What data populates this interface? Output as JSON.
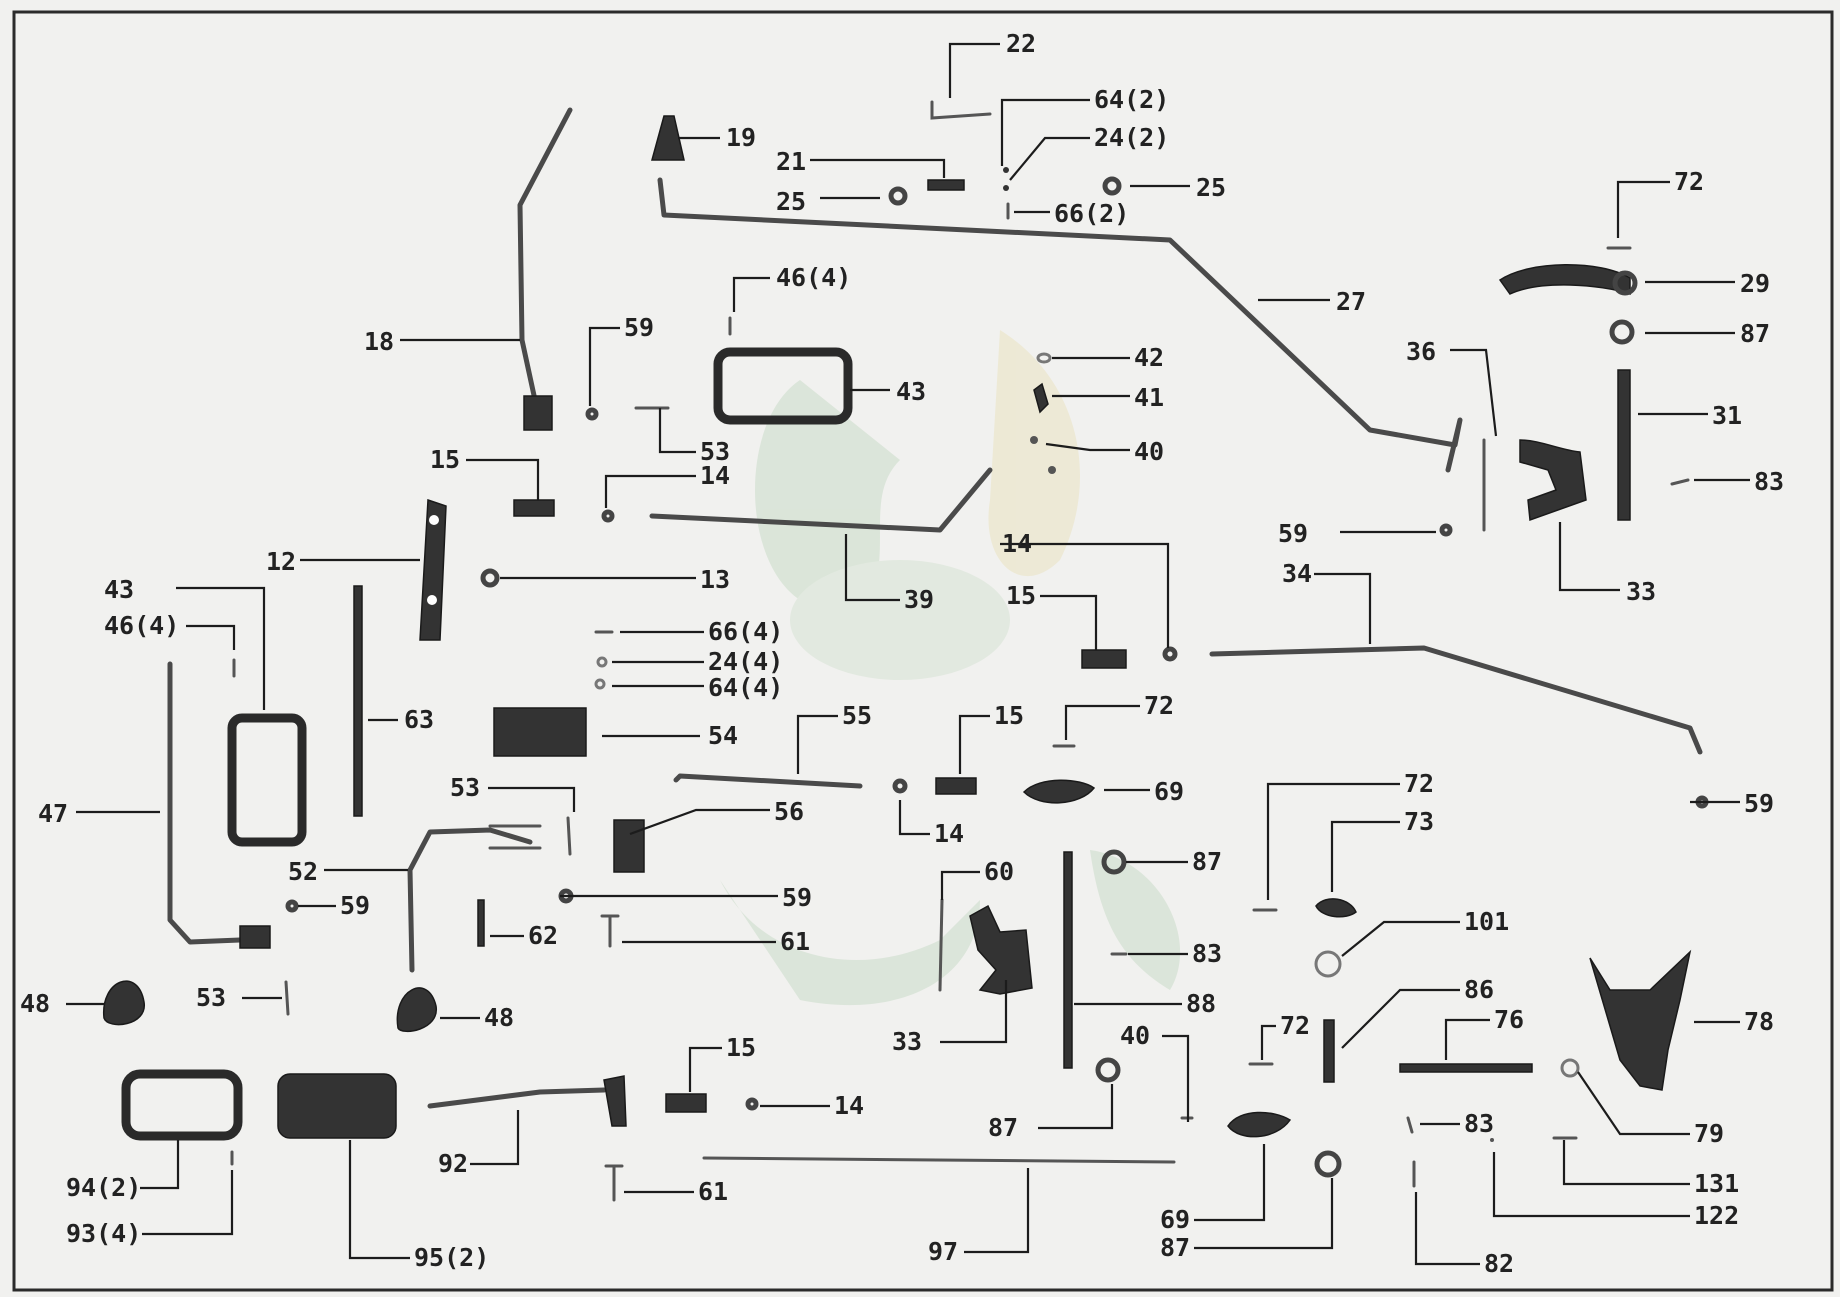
{
  "labels": {
    "l22": "22",
    "l64a": "64(2)",
    "l24a": "24(2)",
    "l66a": "66(2)",
    "l25a": "25",
    "l25b": "25",
    "l19": "19",
    "l21": "21",
    "l72a": "72",
    "l29": "29",
    "l87a": "87",
    "l27": "27",
    "l46a": "46(4)",
    "l59a": "59",
    "l18": "18",
    "l43a": "43",
    "l53a": "53",
    "l42": "42",
    "l41": "41",
    "l40a": "40",
    "l36": "36",
    "l31": "31",
    "l83a": "83",
    "l15a": "15",
    "l14a": "14",
    "l59b": "59",
    "l33a": "33",
    "l12": "12",
    "l13": "13",
    "l39": "39",
    "l14b": "14",
    "l15b": "15",
    "l34": "34",
    "l43b": "43",
    "l46b": "46(4)",
    "l66b": "66(4)",
    "l24b": "24(4)",
    "l64b": "64(4)",
    "l63": "63",
    "l54": "54",
    "l55": "55",
    "l15c": "15",
    "l72b": "72",
    "l47": "47",
    "l53b": "53",
    "l56": "56",
    "l14c": "14",
    "l69a": "69",
    "l59c": "59",
    "l72c": "72",
    "l73": "73",
    "l52": "52",
    "l59d": "59",
    "l59e": "59",
    "l60": "60",
    "l87b": "87",
    "l101": "101",
    "l62": "62",
    "l61a": "61",
    "l83b": "83",
    "l86": "86",
    "l48a": "48",
    "l53c": "53",
    "l48b": "48",
    "l33b": "33",
    "l88": "88",
    "l76": "76",
    "l78": "78",
    "l40b": "40",
    "l72d": "72",
    "l15d": "15",
    "l14d": "14",
    "l87c": "87",
    "l92": "92",
    "l83c": "83",
    "l79": "79",
    "l94": "94(2)",
    "l93": "93(4)",
    "l61b": "61",
    "l131": "131",
    "l122": "122",
    "l69b": "69",
    "l87d": "87",
    "l97": "97",
    "l95": "95(2)",
    "l82": "82"
  }
}
